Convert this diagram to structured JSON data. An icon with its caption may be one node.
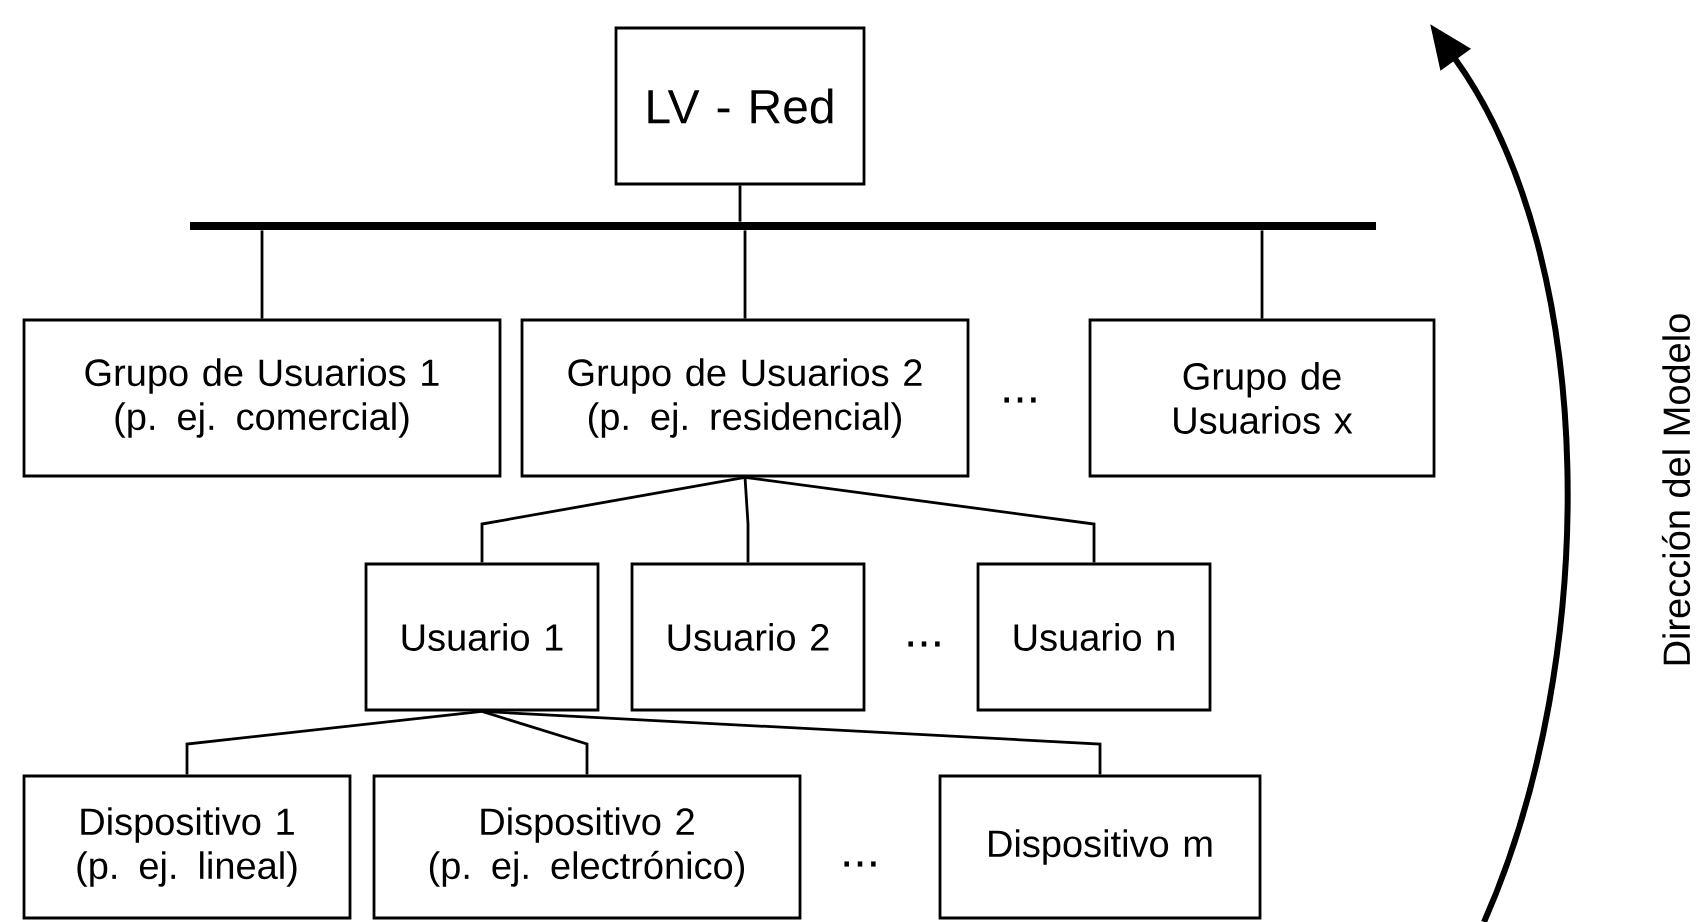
{
  "diagram": {
    "nodes": [
      {
        "text": [
          "LV - Red"
        ]
      },
      {
        "text": [],
        "shape": "bar"
      },
      {
        "text": [
          "Grupo de Usuarios 1",
          "(p. ej. comercial)"
        ]
      },
      {
        "text": [
          "Grupo de Usuarios 2",
          "(p. ej. residencial)"
        ]
      },
      {
        "text": [
          "Grupo de Usuarios x"
        ]
      },
      {
        "text": [
          "Usuario 1"
        ]
      },
      {
        "text": [
          "Usuario 2"
        ]
      },
      {
        "text": [
          "Usuario n"
        ]
      },
      {
        "text": [
          "Dispositivo 1",
          "(p. ej. lineal)"
        ]
      },
      {
        "text": [
          "Dispositivo 2",
          "(p. ej. electrónico)"
        ]
      },
      {
        "text": [
          "Dispositivo m"
        ]
      }
    ],
    "edges": [
      {
        "from": 0,
        "to": 1,
        "arrow": "none"
      },
      {
        "from": 1,
        "to": 2,
        "arrow": "none"
      },
      {
        "from": 1,
        "to": 3,
        "arrow": "none"
      },
      {
        "from": 1,
        "to": 4,
        "arrow": "none"
      },
      {
        "from": 3,
        "to": 5,
        "arrow": "none"
      },
      {
        "from": 3,
        "to": 6,
        "arrow": "none"
      },
      {
        "from": 3,
        "to": 7,
        "arrow": "none"
      },
      {
        "from": 5,
        "to": 8,
        "arrow": "none"
      },
      {
        "from": 5,
        "to": 9,
        "arrow": "none"
      },
      {
        "from": 5,
        "to": 10,
        "arrow": "none"
      }
    ],
    "labels": [
      "...",
      "...",
      "...",
      "Dirección del Modelo"
    ]
  }
}
